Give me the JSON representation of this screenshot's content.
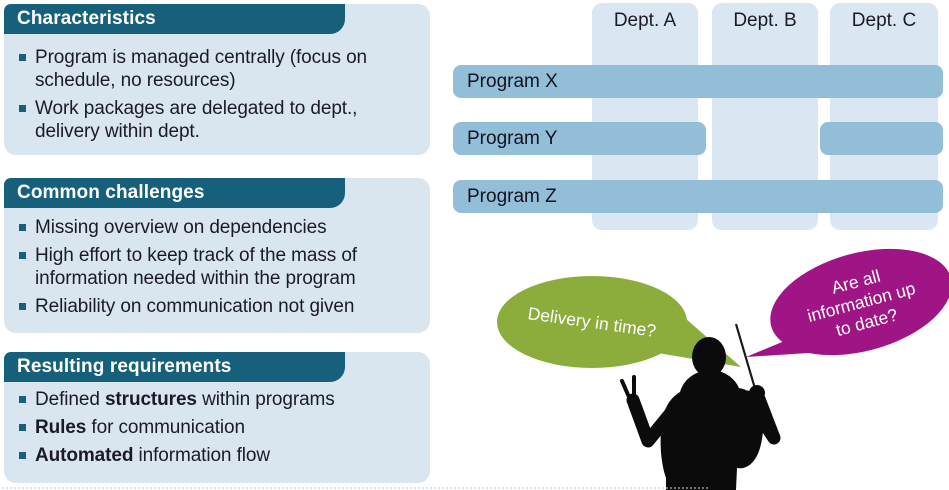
{
  "panels": [
    {
      "title": "Characteristics",
      "bullets": [
        [
          {
            "text": "Program is managed centrally (focus on schedule, no resources)",
            "bold": false
          }
        ],
        [
          {
            "text": "Work packages are delegated to dept., delivery within dept.",
            "bold": false
          }
        ]
      ]
    },
    {
      "title": "Common challenges",
      "bullets": [
        [
          {
            "text": "Missing overview on dependencies",
            "bold": false
          }
        ],
        [
          {
            "text": "High effort to keep track of the mass of information needed within the program",
            "bold": false
          }
        ],
        [
          {
            "text": "Reliability on communication not given",
            "bold": false
          }
        ]
      ]
    },
    {
      "title": "Resulting requirements",
      "bullets": [
        [
          {
            "text": "Defined ",
            "bold": false
          },
          {
            "text": "structures",
            "bold": true
          },
          {
            "text": " within programs",
            "bold": false
          }
        ],
        [
          {
            "text": "Rules",
            "bold": true
          },
          {
            "text": " for communication",
            "bold": false
          }
        ],
        [
          {
            "text": "Automated",
            "bold": true
          },
          {
            "text": " information flow",
            "bold": false
          }
        ]
      ]
    }
  ],
  "matrix": {
    "departments": [
      {
        "label": "Dept. A"
      },
      {
        "label": "Dept. B"
      },
      {
        "label": "Dept. C"
      }
    ],
    "programs": [
      {
        "label": "Program X",
        "skips": []
      },
      {
        "label": "Program Y",
        "skips": [
          1
        ]
      },
      {
        "label": "Program Z",
        "skips": []
      }
    ]
  },
  "speech_bubbles": [
    {
      "text": "Delivery in time?",
      "color": "#8cac3c",
      "lines": [
        "Delivery in time?"
      ]
    },
    {
      "text": "Are all information up to date?",
      "color": "#a01585",
      "lines": [
        "Are all",
        "information up",
        "to date?"
      ]
    }
  ],
  "colors": {
    "header_teal": "#16607b",
    "panel_body_blue": "#d9e6f0",
    "column_blue": "#dae7f2",
    "bar_blue": "#93bed8",
    "text_dark": "#1b1b26",
    "green_bubble": "#8cac3c",
    "magenta_bubble": "#a01585"
  }
}
